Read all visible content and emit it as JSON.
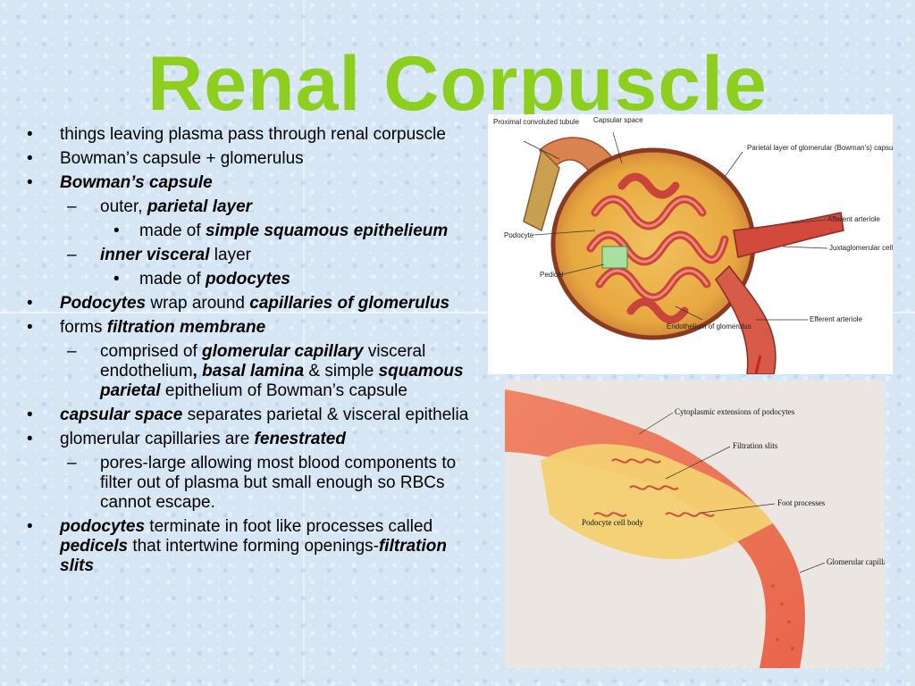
{
  "title": "Renal Corpuscle",
  "bullets": [
    {
      "level": 1,
      "marker": "•",
      "parts": [
        {
          "t": "things leaving plasma pass through  renal corpuscle",
          "s": ""
        }
      ]
    },
    {
      "level": 1,
      "marker": "•",
      "parts": [
        {
          "t": "Bowman’s capsule + glomerulus",
          "s": ""
        }
      ]
    },
    {
      "level": 1,
      "marker": "•",
      "parts": [
        {
          "t": "Bowman’s capsule",
          "s": "bi"
        }
      ]
    },
    {
      "level": 2,
      "marker": "–",
      "parts": [
        {
          "t": "outer, ",
          "s": ""
        },
        {
          "t": "parietal layer",
          "s": "bi"
        }
      ]
    },
    {
      "level": 3,
      "marker": "•",
      "parts": [
        {
          "t": "made of ",
          "s": ""
        },
        {
          "t": "simple squamous epithelieum",
          "s": "bi"
        }
      ]
    },
    {
      "level": 2,
      "marker": "–",
      "parts": [
        {
          "t": "inner visceral",
          "s": "bi"
        },
        {
          "t": " layer",
          "s": ""
        }
      ]
    },
    {
      "level": 3,
      "marker": "•",
      "parts": [
        {
          "t": "made of ",
          "s": ""
        },
        {
          "t": "podocytes",
          "s": "bi"
        }
      ]
    },
    {
      "level": 1,
      "marker": "•",
      "parts": [
        {
          "t": "Podocytes",
          "s": "bi"
        },
        {
          "t": " wrap around ",
          "s": ""
        },
        {
          "t": "capillaries of glomerulus",
          "s": "bi"
        }
      ]
    },
    {
      "level": 1,
      "marker": "•",
      "parts": [
        {
          "t": "forms ",
          "s": ""
        },
        {
          "t": "filtration membrane",
          "s": "bi"
        }
      ]
    },
    {
      "level": 2,
      "marker": "–",
      "parts": [
        {
          "t": "comprised of ",
          "s": ""
        },
        {
          "t": "glomerular capillary",
          "s": "bi"
        },
        {
          "t": " visceral endothelium",
          "s": ""
        },
        {
          "t": ",",
          "s": "b"
        },
        {
          "t": " ",
          "s": ""
        },
        {
          "t": "basal lamina",
          "s": "bi"
        },
        {
          "t": " & simple ",
          "s": ""
        },
        {
          "t": "squamous parietal",
          "s": "bi"
        },
        {
          "t": " epithelium of Bowman’s capsule",
          "s": ""
        }
      ]
    },
    {
      "level": 1,
      "marker": "•",
      "parts": [
        {
          "t": "capsular space",
          "s": "bi"
        },
        {
          "t": " separates parietal & visceral epithelia",
          "s": ""
        }
      ]
    },
    {
      "level": 1,
      "marker": "•",
      "parts": [
        {
          "t": "glomerular capillaries are ",
          "s": ""
        },
        {
          "t": "fenestrated",
          "s": "bi"
        }
      ]
    },
    {
      "level": 2,
      "marker": "–",
      "parts": [
        {
          "t": "pores-large allowing most blood components to filter out of plasma but small enough so RBCs cannot escape.",
          "s": ""
        }
      ]
    },
    {
      "level": 1,
      "marker": "•",
      "parts": [
        {
          "t": "podocytes",
          "s": "bi"
        },
        {
          "t": " terminate in foot like processes called ",
          "s": ""
        },
        {
          "t": "pedicels",
          "s": "bi"
        },
        {
          "t": " that intertwine forming openings-",
          "s": ""
        },
        {
          "t": "filtration slits",
          "s": "bi"
        }
      ]
    }
  ],
  "figure_corpuscle": {
    "labels": {
      "pct": "Proximal convoluted tubule",
      "capsular_space": "Capsular space",
      "parietal": "Parietal layer of glomerular (Bowman’s) capsule",
      "afferent": "Afferent arteriole",
      "jg": "Juxtaglomerular cell",
      "podocyte": "Podocyte",
      "pedicel": "Pedicel",
      "endothelium": "Endothelium of glomerulus",
      "efferent": "Efferent arteriole"
    }
  },
  "figure_filtration": {
    "labels": {
      "cyto": "Cytoplasmic extensions of podocytes",
      "slits": "Filtration slits",
      "foot": "Foot processes",
      "body": "Podocyte cell body",
      "capillary": "Glomerular capillary with pores"
    }
  }
}
